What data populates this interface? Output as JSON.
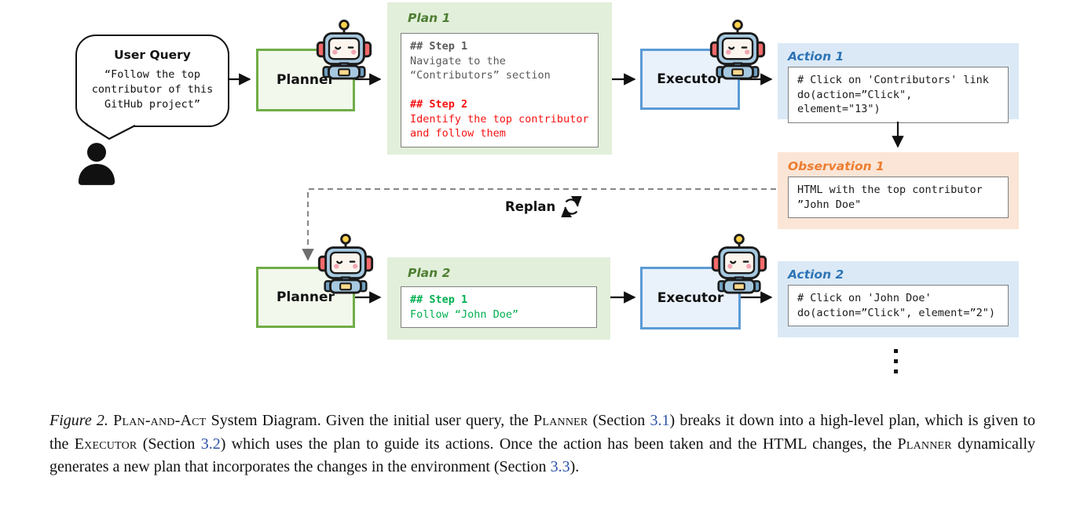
{
  "colors": {
    "planner_border": "#70ad47",
    "planner_fill": "#f2f8ec",
    "plan_panel_bg": "#e2efda",
    "plan_title_green": "#4e7e33",
    "executor_border": "#5b9bd5",
    "executor_fill": "#e9f1fb",
    "action_panel_bg": "#dbe9f6",
    "action_title_blue": "#2e75b6",
    "observation_panel_bg": "#fbe5d6",
    "observation_title_orange": "#ed7d31",
    "step_gray": "#595959",
    "step_red": "#f61212",
    "step_green": "#00b050",
    "caption_link_blue": "#2d53a8"
  },
  "icons": {
    "user": "user-silhouette-icon",
    "robot": "robot-icon",
    "replan": "refresh-cycle-icon",
    "ellipsis": "vertical-ellipsis"
  },
  "bubble": {
    "title": "User Query",
    "line1": "“Follow the top",
    "line2": "contributor of this",
    "line3": "GitHub project”"
  },
  "row1": {
    "planner_label": "Planner",
    "executor_label": "Executor",
    "plan": {
      "title": "Plan 1",
      "step1_header": "## Step 1",
      "step1_line1": "Navigate to the",
      "step1_line2": "“Contributors” section",
      "step2_header": "## Step 2",
      "step2_line1": "Identify the top contributor",
      "step2_line2": "and follow them"
    },
    "action": {
      "title": "Action 1",
      "line1": "# Click on 'Contributors' link",
      "line2": "do(action=”Click\", element=\"13\")"
    },
    "observation": {
      "title": "Observation 1",
      "line1": "HTML with the top contributor",
      "line2": "”John Doe\""
    }
  },
  "replan": {
    "label": "Replan"
  },
  "row2": {
    "planner_label": "Planner",
    "executor_label": "Executor",
    "plan": {
      "title": "Plan 2",
      "step1_header": "## Step 1",
      "step1_line1": "Follow “John Doe”"
    },
    "action": {
      "title": "Action 2",
      "line1": "# Click on 'John Doe'",
      "line2": "do(action=”Click\", element=”2\")"
    }
  },
  "caption": {
    "segments": [
      {
        "text": "Figure 2. "
      },
      {
        "text": "Plan-and-Act"
      },
      {
        "text": " System Diagram. Given the initial user query, the "
      },
      {
        "text": "Planner"
      },
      {
        "text": " (Section "
      },
      {
        "text": "3.1"
      },
      {
        "text": ") breaks it down into a high-level plan, which is given to the "
      },
      {
        "text": "Executor"
      },
      {
        "text": " (Section "
      },
      {
        "text": "3.2"
      },
      {
        "text": ") which uses the plan to guide its actions. Once the action has been taken and the HTML changes, the "
      },
      {
        "text": "Planner"
      },
      {
        "text": " dynamically generates a new plan that incorporates the changes in the environment (Section "
      },
      {
        "text": "3.3"
      },
      {
        "text": ")."
      }
    ]
  }
}
